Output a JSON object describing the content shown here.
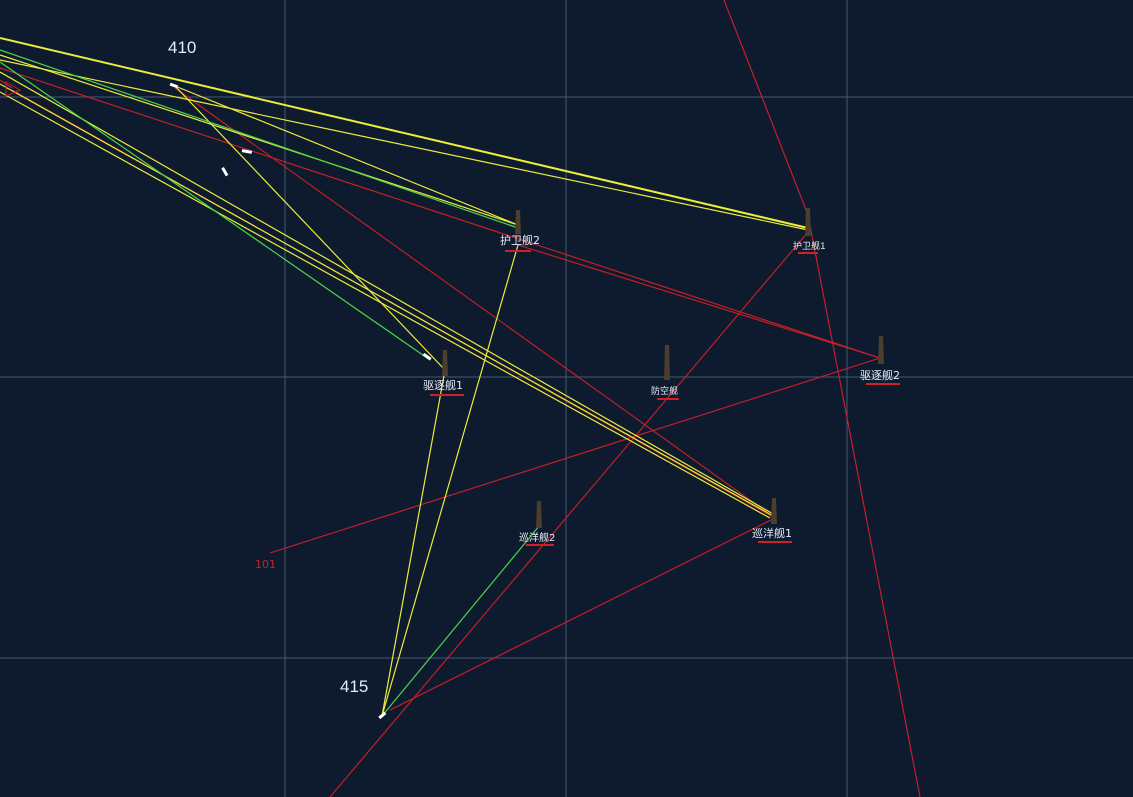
{
  "colors": {
    "background": "#0e1b2f",
    "grid": "#6f8aa6",
    "red": "#d01f27",
    "yellow": "#ecec3a",
    "green": "#4bd54b",
    "label": "#e6ecf5"
  },
  "markers": {
    "ship_icon": "ship-silhouette-icon",
    "aircraft_icon": "aircraft-icon",
    "underline": "red-underline"
  },
  "labels": {
    "aircraft_410": "410",
    "aircraft_415": "415",
    "target_101": "101",
    "frigate_2": "护卫舰2",
    "frigate_1": "护卫舰1",
    "destroyer_1": "驱逐舰1",
    "destroyer_2": "驱逐舰2",
    "aa_ship": "防空舰",
    "cruiser_2": "巡洋舰2",
    "cruiser_1": "巡洋舰1"
  }
}
